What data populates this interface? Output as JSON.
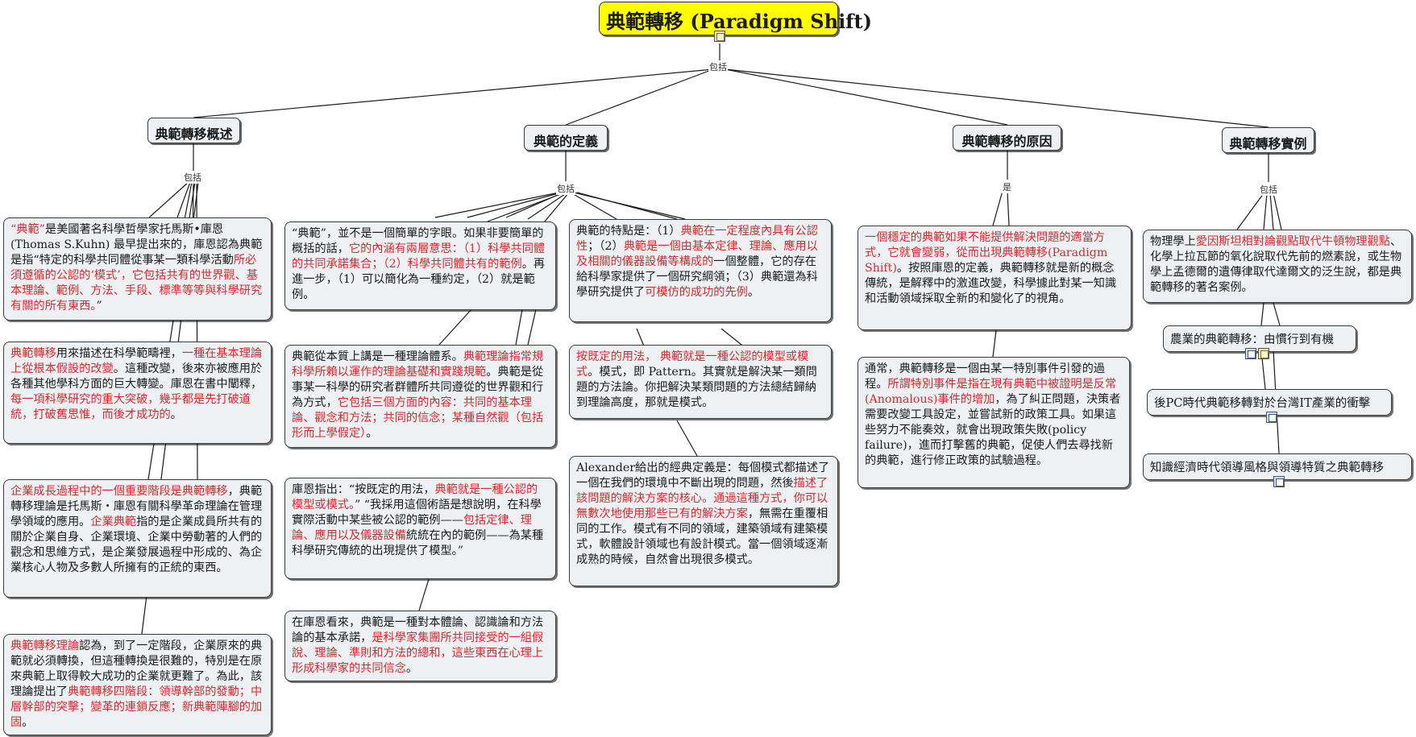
{
  "root": {
    "title": "典範轉移 (Paradigm Shift)"
  },
  "link_labels": {
    "root": "包括",
    "overview": "包括",
    "definition": "包括",
    "cause": "是",
    "examples": "包括"
  },
  "branches": {
    "overview": "典範轉移概述",
    "definition": "典範的定義",
    "cause": "典範轉移的原因",
    "examples": "典範轉移實例"
  },
  "overview_nodes": [
    [
      {
        "t": "“典範”",
        "r": true
      },
      {
        "t": "是美國著名科學哲學家托馬斯•庫恩(Thomas S.Kuhn) 最早提出來的，庫恩認為典範是指“特定的科學共同體從事某一類科學活動"
      },
      {
        "t": "所必須遵循的公認的‘模式’，它包括共有的世界觀、基本理論、範例、方法、手段、標準等等與科學研究有關的所有東西。",
        "r": true
      },
      {
        "t": "”"
      }
    ],
    [
      {
        "t": "典範轉移",
        "r": true
      },
      {
        "t": "用來描述在科學範疇裡，"
      },
      {
        "t": "一種在基本理論上從根本假設的改變",
        "r": true
      },
      {
        "t": "。這種改變，後來亦被應用於各種其他學科方面的巨大轉變。庫恩在書中闡釋，"
      },
      {
        "t": "每一項科學研究的重大突破，幾乎都是先打破道統，打破舊思惟，而後才成功的",
        "r": true
      },
      {
        "t": "。"
      }
    ],
    [
      {
        "t": "企業成長過程中的一個重要階段是典範轉移",
        "r": true
      },
      {
        "t": "，典範轉移理論是托馬斯‧庫恩有關科學革命理論在管理學領域的應用。"
      },
      {
        "t": "企業典範",
        "r": true
      },
      {
        "t": "指的是企業成員所共有的關於企業自身、企業環境、企業中勞動著的人們的觀念和思維方式，是企業發展過程中形成的、為企業核心人物及多數人所擁有的正統的東西。"
      }
    ],
    [
      {
        "t": "典範轉移理論",
        "r": true
      },
      {
        "t": "認為，到了一定階段，企業原來的典範就必須轉換，但這種轉換是很難的，特別是在原來典範上取得較大成功的企業就更難了。為此，該理論提出了"
      },
      {
        "t": "典範轉移四階段：領導幹部的發動；中層幹部的突擊；變革的連鎖反應；新典範陣腳的加固",
        "r": true
      },
      {
        "t": "。"
      }
    ]
  ],
  "definition_nodes": [
    [
      {
        "t": "“典範”，並不是一個簡單的字眼。如果非要簡單的概括的話，"
      },
      {
        "t": "它的內涵有兩層意思：（1）科學共同體的共同承諾集合；（2）科學共同體共有的範例",
        "r": true
      },
      {
        "t": "。再進一步，（1）可以簡化為一種約定，（2）就是範例。"
      }
    ],
    [
      {
        "t": "典範從本質上講是一種理論體系。"
      },
      {
        "t": "典範理論指常規科學所賴以運作的理論基礎和實踐規範",
        "r": true
      },
      {
        "t": "。典範是從事某一科學的研究者群體所共同遵從的世界觀和行為方式，"
      },
      {
        "t": "它包括三個方面的內容：共同的基本理論、觀念和方法；共同的信念；某種自然觀（包括形而上學假定）",
        "r": true
      },
      {
        "t": "。"
      }
    ],
    [
      {
        "t": "庫恩指出：“按既定的用法，"
      },
      {
        "t": "典範就是一種公認的模型或模式。",
        "r": true
      },
      {
        "t": "” “我採用這個術語是想說明，在科學實際活動中某些被公認的範例——"
      },
      {
        "t": "包括定律、理論、應用以及儀器設備",
        "r": true
      },
      {
        "t": "統統在內的範例——為某種科學研究傳統的出現提供了模型。”"
      }
    ],
    [
      {
        "t": "在庫恩看來，典範是一種對本體論、認識論和方法論的基本承諾，"
      },
      {
        "t": "是科學家集團所共同接受的一組假說、理論、準則和方法的總和，這些東西在心理上形成科學家的共同信念",
        "r": true
      },
      {
        "t": "。"
      }
    ],
    [
      {
        "t": "典範的特點是：（1）"
      },
      {
        "t": "典範在一定程度內具有公認性",
        "r": true
      },
      {
        "t": "；（2）"
      },
      {
        "t": "典範是一個由基本定律、理論、應用以及相關的儀器設備等構成的",
        "r": true
      },
      {
        "t": "一個整體，它的存在給科學家提供了一個研究綱領；（3）典範還為科學研究提供了"
      },
      {
        "t": "可模仿的成功的先例",
        "r": true
      },
      {
        "t": "。"
      }
    ],
    [
      {
        "t": "按既定的用法， 典範就是一種公認的模型或模式",
        "r": true
      },
      {
        "t": "。模式，即 Pattern。其實就是解決某一類問題的方法論。你把解決某類問題的方法總結歸納到理論高度，那就是模式。"
      }
    ],
    [
      {
        "t": "Alexander給出的經典定義是：每個模式都描述了一個在我們的環境中不斷出現的問題，然後"
      },
      {
        "t": "描述了該問題的解決方案的核心。通過這種方式，你可以無數次地使用那些已有的解決方案",
        "r": true
      },
      {
        "t": "，無需在重覆相同的工作。模式有不同的領域，建築領域有建築模式，軟體設計領域也有設計模式。當一個領域逐漸成熟的時候，自然會出現很多模式。"
      }
    ]
  ],
  "cause_nodes": [
    [
      {
        "t": "一個穩定的典範如果不能提供解決問題的適當方式，它就會變弱，從而出現典範轉移(Paradigm Shift)",
        "r": true
      },
      {
        "t": "。按照庫恩的定義，典範轉移就是新的概念傳統，是解釋中的激進改變，科學據此對某一知識和活動領域採取全新的和變化了的視角。"
      }
    ],
    [
      {
        "t": "通常，典範轉移是一個由某一特別事件引發的過程。"
      },
      {
        "t": "所謂特別事件是指在現有典範中被證明是反常(Anomalous)事件的增加",
        "r": true
      },
      {
        "t": "，為了糾正問題，決策者需要改變工具設定，並嘗試新的政策工具。如果這些努力不能奏效，就會出現政策失敗(policy failure)，進而打擊舊的典範，促使人們去尋找新的典範，進行修正政策的試驗過程。"
      }
    ]
  ],
  "example_nodes": [
    [
      {
        "t": "物理學上"
      },
      {
        "t": "愛因斯坦相對論觀點取代牛頓物理觀點",
        "r": true
      },
      {
        "t": "、化學上拉瓦節的氧化說取代先前的燃素說，或生物學上孟德爾的遺傳律取代達爾文的泛生說，都是典範轉移的著名案例。"
      }
    ]
  ],
  "example_links": [
    "農業的典範轉移：由慣行到有機",
    "後PC時代典範移轉對於台灣IT產業的衝擊",
    "知識經濟時代領導風格與領導特質之典範轉移"
  ],
  "colors": {
    "root_fill": "#ffff00",
    "node_fill": "#edf1f4",
    "highlight_text": "#e0262b",
    "line": "#1a1a1a"
  }
}
